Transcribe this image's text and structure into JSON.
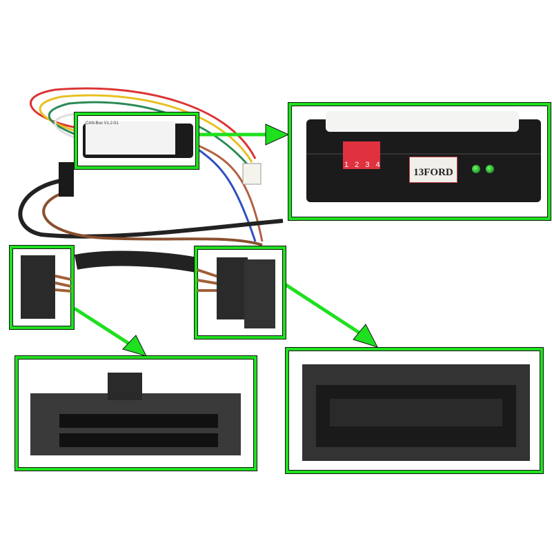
{
  "module": {
    "label_text": "13FORD",
    "dip_switch_numbers": "1 2 3 4",
    "small_box_label": "CAN-Box V1.2-01"
  },
  "colors": {
    "highlight": "#1fe01f",
    "module_body": "#1b1b1b",
    "dip_switch": "#e0313f",
    "led": "#22bb22",
    "connector": "#2e2e2e"
  }
}
